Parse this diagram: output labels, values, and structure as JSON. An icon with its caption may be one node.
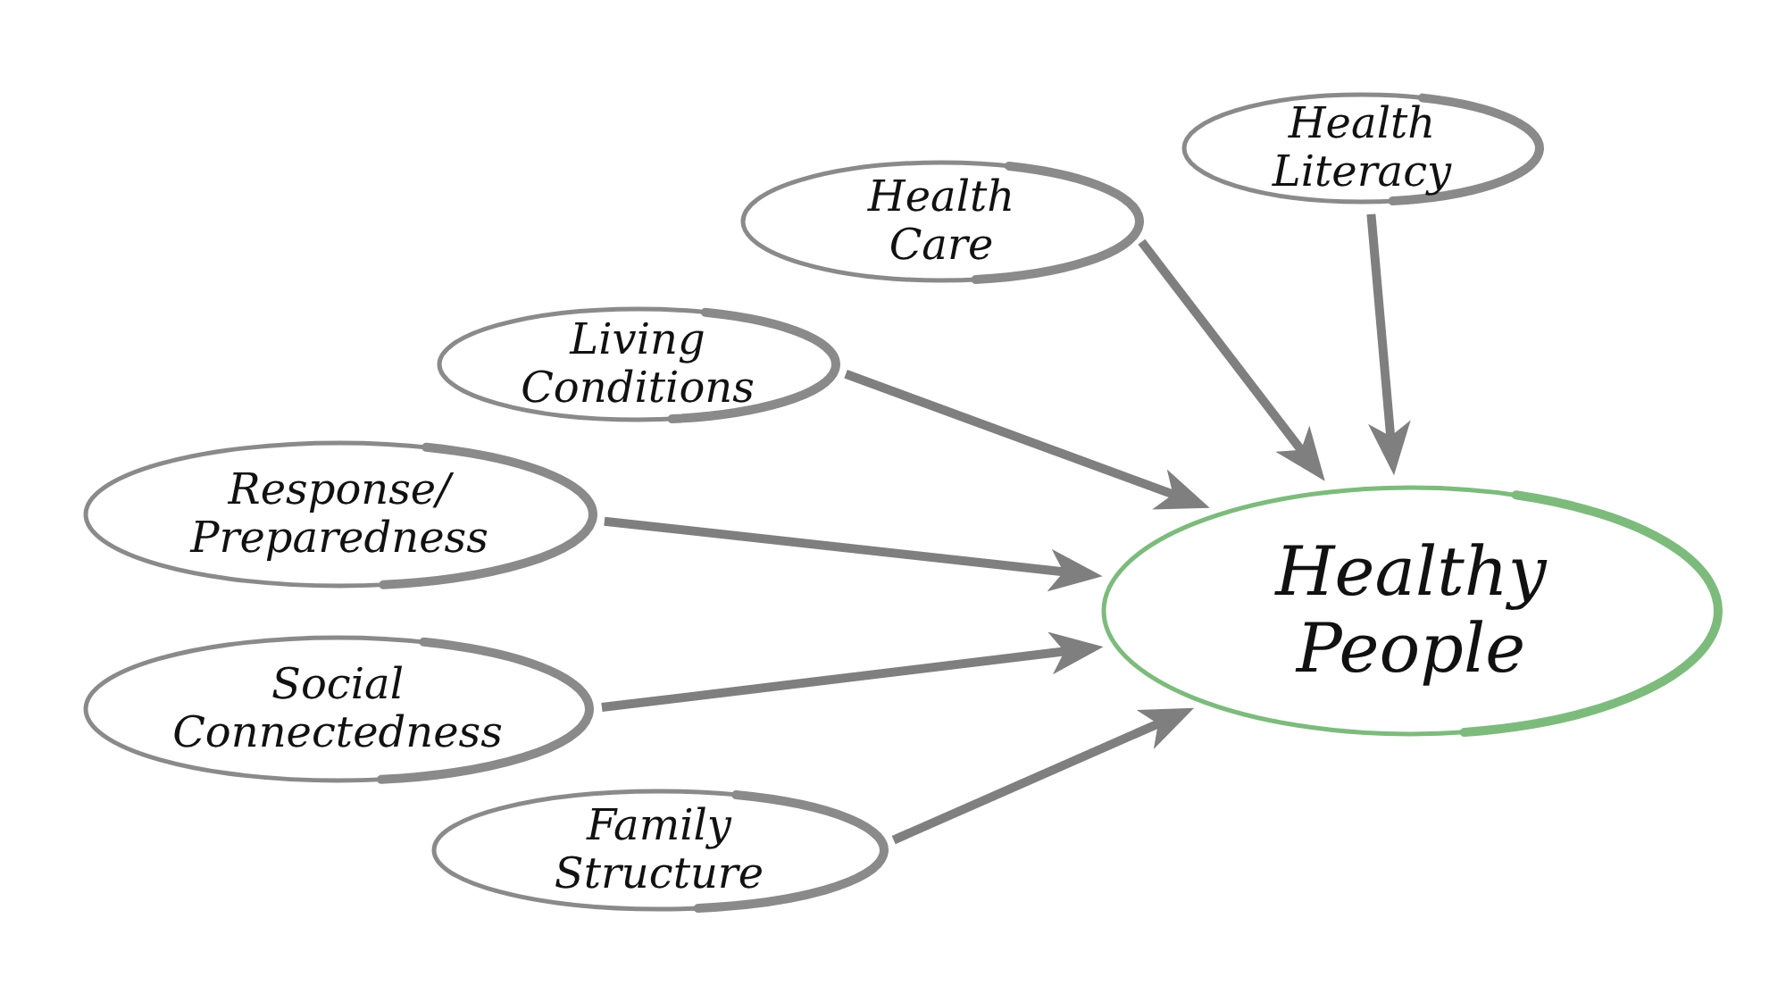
{
  "diagram": {
    "nodes": [
      {
        "text": [
          "Health Literacy"
        ]
      },
      {
        "text": [
          "Health Care"
        ]
      },
      {
        "text": [
          "Living Conditions"
        ]
      },
      {
        "text": [
          "Response/ Preparedness"
        ]
      },
      {
        "text": [
          "Healthy People"
        ]
      },
      {
        "text": [
          "Social Connectedness"
        ]
      },
      {
        "text": [
          "Family Structure"
        ]
      }
    ],
    "edges": [
      {
        "from": 0,
        "to": 4,
        "arrow": "to"
      },
      {
        "from": 1,
        "to": 4,
        "arrow": "to"
      },
      {
        "from": 2,
        "to": 4,
        "arrow": "to"
      },
      {
        "from": 3,
        "to": 4,
        "arrow": "to"
      },
      {
        "from": 5,
        "to": 4,
        "arrow": "to"
      },
      {
        "from": 6,
        "to": 4,
        "arrow": "to"
      }
    ]
  }
}
